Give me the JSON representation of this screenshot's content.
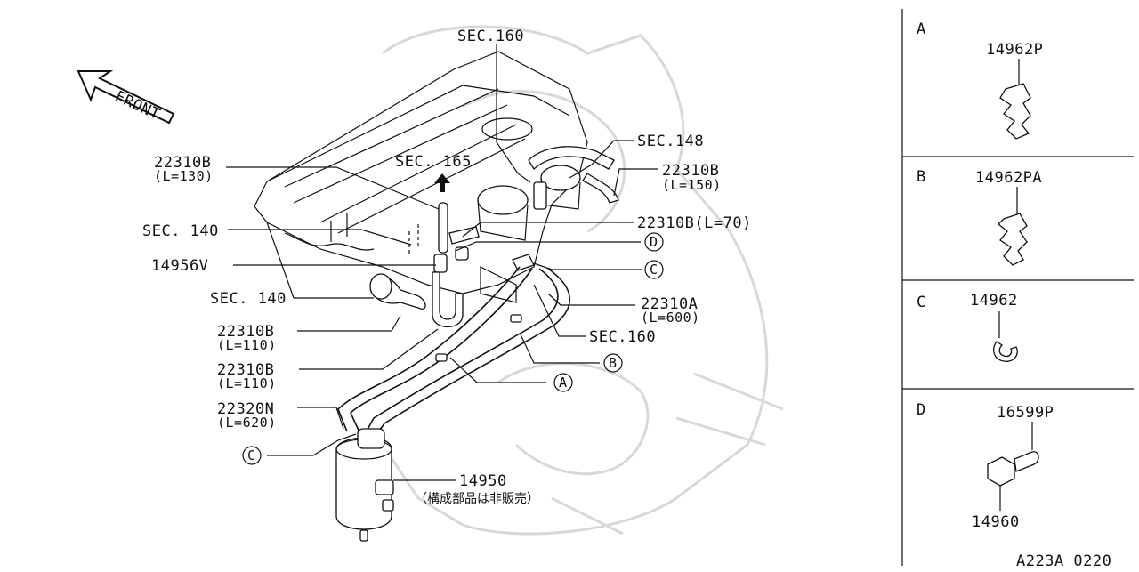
{
  "front_label": "FRONT",
  "callouts": {
    "sec160_top": "SEC.160",
    "sec148": "SEC.148",
    "sec165": "SEC. 165",
    "p22310b_130": "22310B",
    "p22310b_130_len": "(L=130)",
    "p22310b_150": "22310B",
    "p22310b_150_len": "(L=150)",
    "p22310b_70": "22310B(L=70)",
    "sec140_a": "SEC. 140",
    "p14956v": "14956V",
    "sec140_b": "SEC. 140",
    "p22310a": "22310A",
    "p22310a_len": "(L=600)",
    "sec160_b": "SEC.160",
    "p22310b_110a": "22310B",
    "p22310b_110a_len": "(L=110)",
    "p22310b_110b": "22310B",
    "p22310b_110b_len": "(L=110)",
    "p22320n": "22320N",
    "p22320n_len": "(L=620)",
    "p14950": "14950",
    "p14950_note": "（構成部品は非販売）",
    "marker_a": "A",
    "marker_b": "B",
    "marker_c1": "C",
    "marker_c2": "C",
    "marker_d": "D"
  },
  "detail_panels": [
    {
      "letter": "A",
      "parts": [
        "14962P"
      ]
    },
    {
      "letter": "B",
      "parts": [
        "14962PA"
      ]
    },
    {
      "letter": "C",
      "parts": [
        "14962"
      ]
    },
    {
      "letter": "D",
      "parts": [
        "16599P",
        "14960"
      ]
    }
  ],
  "drawing_code": "A223A 0220"
}
